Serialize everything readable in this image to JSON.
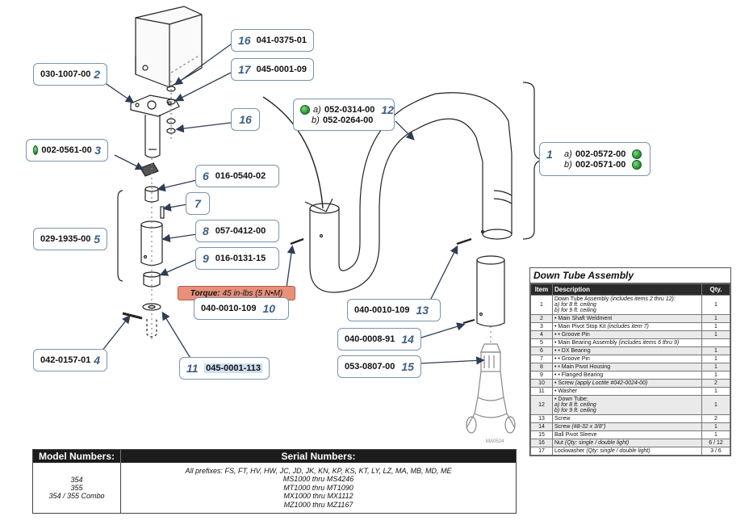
{
  "callouts": {
    "c16a": {
      "num": "16",
      "part": "041-0375-01"
    },
    "c2": {
      "num": "2",
      "part": "030-1007-00"
    },
    "c17": {
      "num": "17",
      "part": "045-0001-09"
    },
    "c16b": {
      "num": "16"
    },
    "c3": {
      "num": "3",
      "part": "002-0561-00"
    },
    "c6": {
      "num": "6",
      "part": "016-0540-02"
    },
    "c7": {
      "num": "7"
    },
    "c5": {
      "num": "5",
      "part": "029-1935-00"
    },
    "c8": {
      "num": "8",
      "part": "057-0412-00"
    },
    "c9": {
      "num": "9",
      "part": "016-0131-15"
    },
    "c10": {
      "num": "10",
      "part": "040-0010-109"
    },
    "c4": {
      "num": "4",
      "part": "042-0157-01"
    },
    "c11": {
      "num": "11",
      "part": "045-0001-113"
    },
    "c12": {
      "num": "12",
      "opt_a": "a)",
      "part_a": "052-0314-00",
      "opt_b": "b)",
      "part_b": "052-0264-00"
    },
    "c1": {
      "num": "1",
      "opt_a": "a)",
      "part_a": "002-0572-00",
      "opt_b": "b)",
      "part_b": "002-0571-00"
    },
    "c13": {
      "num": "13",
      "part": "040-0010-109"
    },
    "c14": {
      "num": "14",
      "part": "040-0008-91"
    },
    "c15": {
      "num": "15",
      "part": "053-0807-00"
    }
  },
  "torque": {
    "label": "Torque:",
    "value": "45 in-lbs (5 N•M)"
  },
  "drawing_tag": "MA0524",
  "colors": {
    "callout_border": "#7a94b0",
    "callout_number": "#3d5f86",
    "torque_bg": "#e8907a",
    "green_dot": "#1f8a2a",
    "table_header": "#2b2b2b"
  },
  "parts_table": {
    "title": "Down Tube Assembly",
    "headers": [
      "Item",
      "Description",
      "Qty."
    ],
    "rows": [
      {
        "item": "1",
        "desc": "Down Tube Assembly",
        "note": "(includes items 2 thru 12):",
        "subs": [
          "a)  for 8 ft. ceiling",
          "b)  for 9 ft. ceiling"
        ],
        "qty": "1"
      },
      {
        "item": "2",
        "desc": "• Main Shaft Weldment",
        "note": "",
        "subs": [],
        "qty": "1"
      },
      {
        "item": "3",
        "desc": "• Main Pivot Stop Kit",
        "note": "(includes item 7)",
        "subs": [],
        "qty": "1"
      },
      {
        "item": "4",
        "desc": "• • Groove Pin",
        "note": "",
        "subs": [],
        "qty": "1"
      },
      {
        "item": "5",
        "desc": "• Main Bearing Assembly",
        "note": "(includes items 6 thru 9)",
        "subs": [],
        "qty": ""
      },
      {
        "item": "6",
        "desc": "• • DX Bearing",
        "note": "",
        "subs": [],
        "qty": "1"
      },
      {
        "item": "7",
        "desc": "• • Groove Pin",
        "note": "",
        "subs": [],
        "qty": "1"
      },
      {
        "item": "8",
        "desc": "• • Main Pivot Housing",
        "note": "",
        "subs": [],
        "qty": "1"
      },
      {
        "item": "9",
        "desc": "• • Flanged Bearing",
        "note": "",
        "subs": [],
        "qty": "1"
      },
      {
        "item": "10",
        "desc": "• Screw",
        "note": "(apply Loctite #042-0024-00)",
        "subs": [],
        "qty": "2"
      },
      {
        "item": "11",
        "desc": "• Washer",
        "note": "",
        "subs": [],
        "qty": "1"
      },
      {
        "item": "12",
        "desc": "• Down Tube:",
        "note": "",
        "subs": [
          "a)  for 8 ft. ceiling",
          "b)  for 9 ft. ceiling"
        ],
        "qty": "1"
      },
      {
        "item": "13",
        "desc": "Screw",
        "note": "",
        "subs": [],
        "qty": "2"
      },
      {
        "item": "14",
        "desc": "Screw",
        "note": "(#8-32 x 3/8\")",
        "subs": [],
        "qty": "1"
      },
      {
        "item": "15",
        "desc": "Ball Pivot Sleeve",
        "note": "",
        "subs": [],
        "qty": "1"
      },
      {
        "item": "16",
        "desc": "Nut",
        "note": "(Qty: single / double light)",
        "subs": [],
        "qty": "6 / 12"
      },
      {
        "item": "17",
        "desc": "Lockwasher",
        "note": "(Qty: single / double light)",
        "subs": [],
        "qty": "3 / 6"
      }
    ]
  },
  "model_table": {
    "model_header": "Model Numbers:",
    "serial_header": "Serial Numbers:",
    "models": [
      "354",
      "355",
      "354 / 355 Combo"
    ],
    "serials": [
      "All prefixes: FS, FT, HV, HW, JC, JD, JK, KN, KP, KS, KT, LY, LZ, MA, MB, MD, ME",
      "MS1000 thru MS4246",
      "MT1000 thru MT1090",
      "MX1000 thru MX1112",
      "MZ1000 thru MZ1167"
    ]
  }
}
